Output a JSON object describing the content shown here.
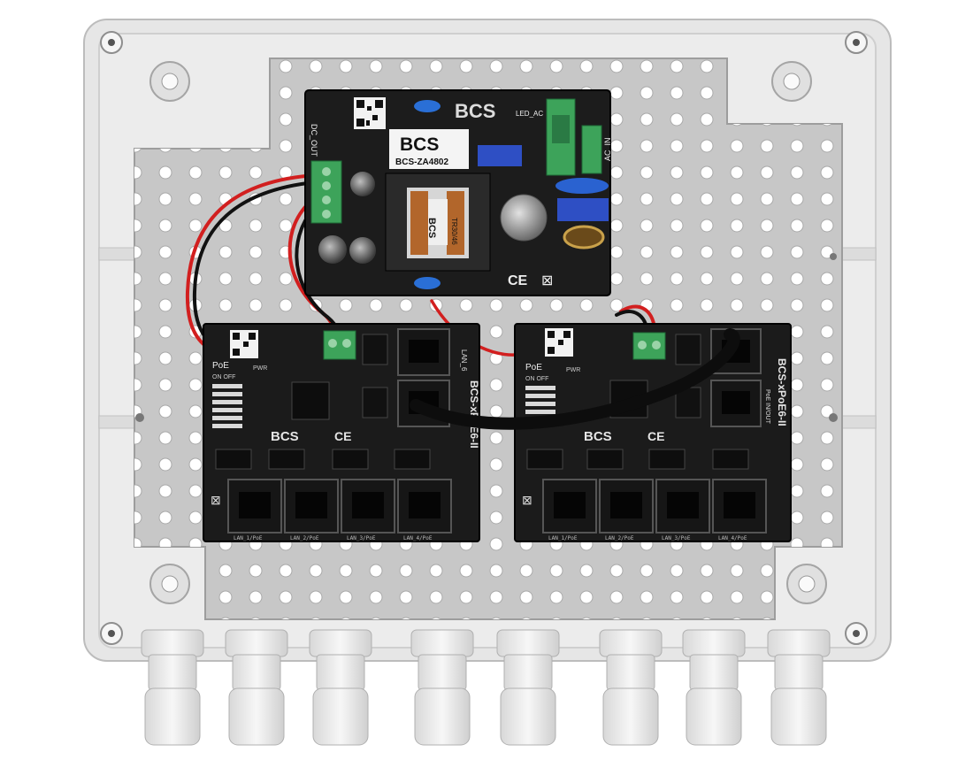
{
  "psu": {
    "brand_top": "BCS",
    "brand_label": "BCS",
    "model": "BCS-ZA4802",
    "transformer_brand": "BCS",
    "transformer_model": "TR30/46",
    "led_label": "LED_AC",
    "ac_in_label": "AC_IN",
    "dc_out_label": "DC_OUT",
    "ce_mark": "CE"
  },
  "poe_left": {
    "brand": "BCS",
    "model": "BCS-xPoE6-II",
    "lan_label": "LAN_6",
    "poe_label": "PoE",
    "on_off": "ON OFF",
    "pwr": "PWR",
    "ce_mark": "CE",
    "port_labels": [
      "LAN_1/PoE",
      "LAN_2/PoE",
      "LAN_3/PoE",
      "LAN_4/PoE"
    ]
  },
  "poe_right": {
    "brand": "BCS",
    "model": "BCS-xPoE6-II",
    "lan_label": "PoE IN/OUT",
    "poe_label": "PoE",
    "on_off": "ON OFF",
    "pwr": "PWR",
    "ce_mark": "CE",
    "port_labels": [
      "LAN_1/PoE",
      "LAN_2/PoE",
      "LAN_3/PoE",
      "LAN_4/PoE"
    ]
  },
  "colors": {
    "enclosure": "#e9e9e9",
    "mount_plate": "#c9c9c9",
    "pcb": "#1c1c1c",
    "terminal_green": "#3da35a",
    "wire_red": "#d21f1f",
    "wire_black": "#111111"
  }
}
